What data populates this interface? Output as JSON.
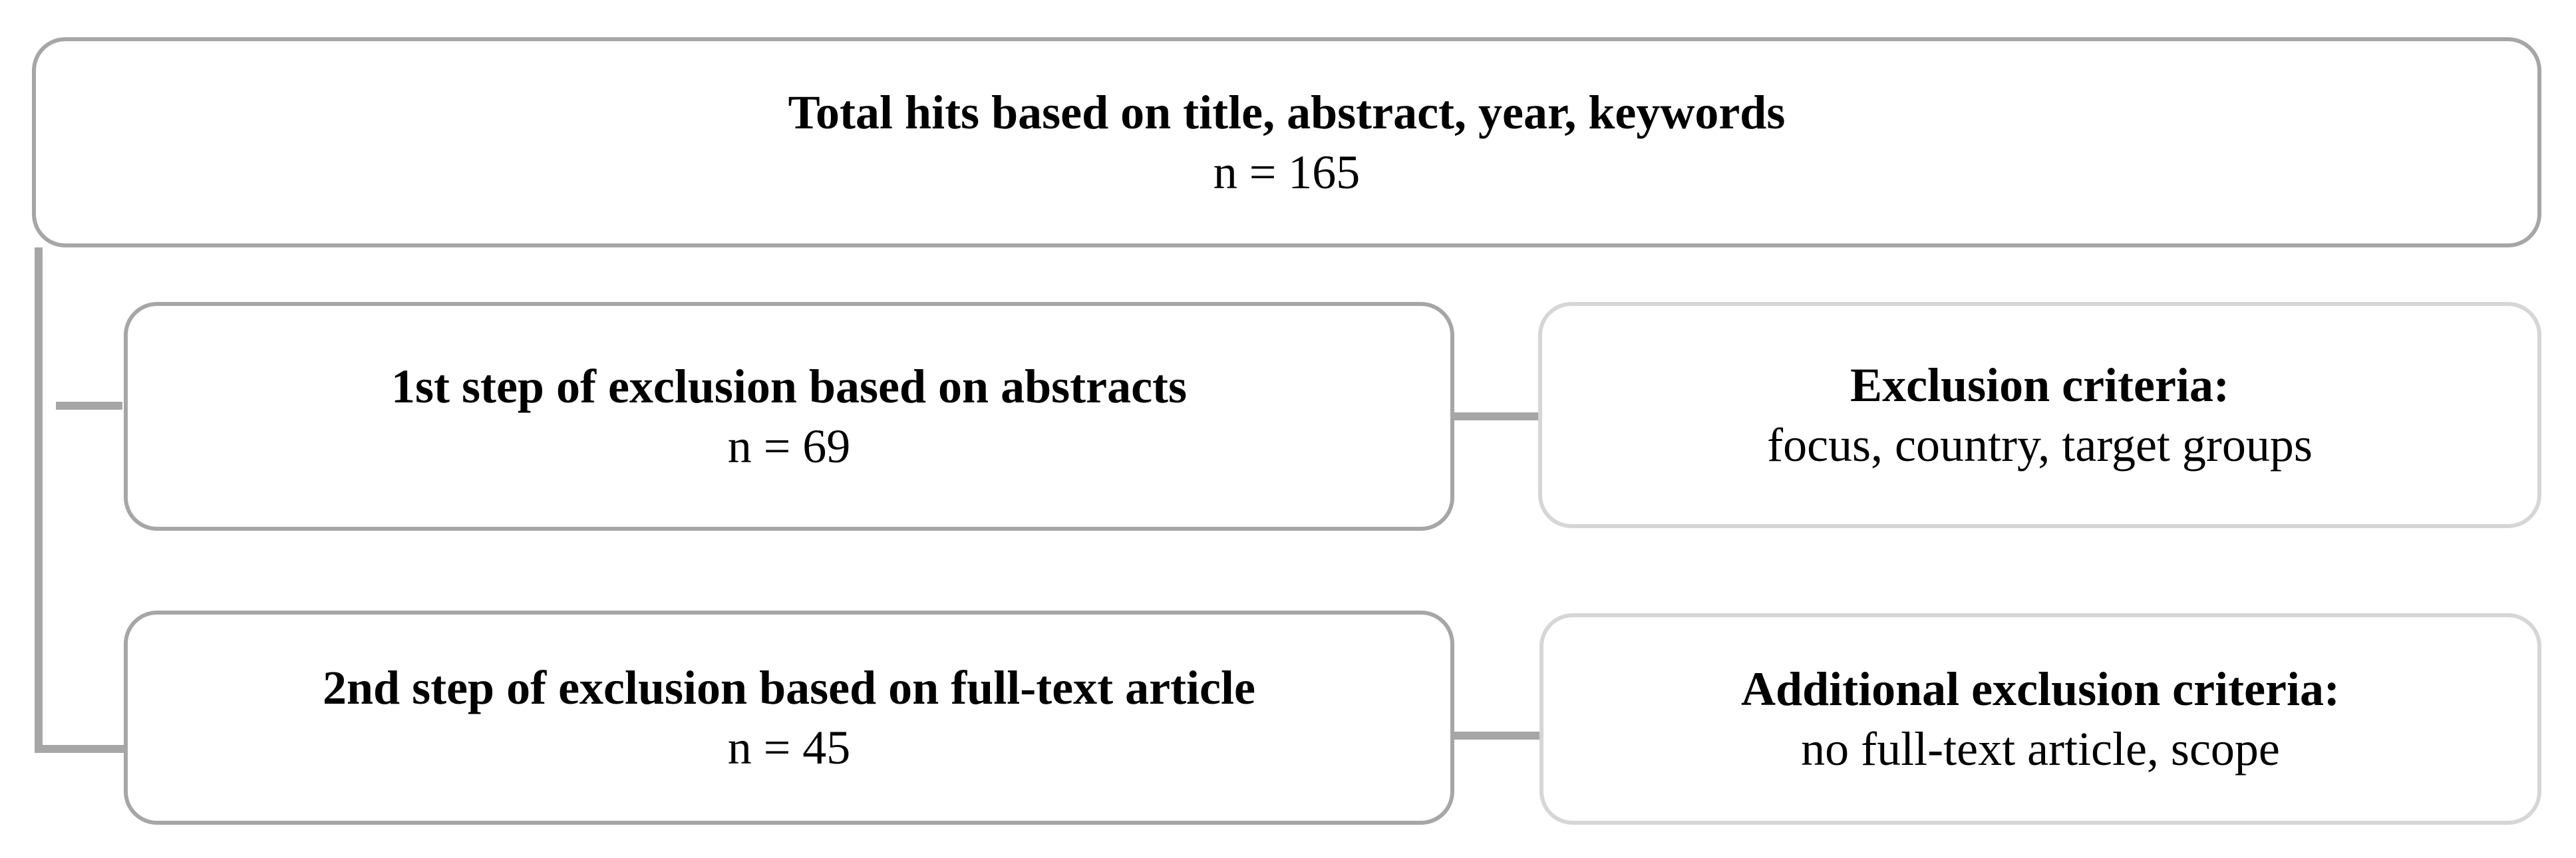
{
  "nodes": {
    "total": {
      "title": "Total hits based on title, abstract, year, keywords",
      "value": "n = 165"
    },
    "step1": {
      "title": "1st step of exclusion based on abstracts",
      "value": "n = 69"
    },
    "criteria1": {
      "title": "Exclusion criteria:",
      "value": "focus, country, target groups"
    },
    "step2": {
      "title": "2nd step of exclusion based on full-text article",
      "value": "n = 45"
    },
    "criteria2": {
      "title": "Additional exclusion criteria:",
      "value": "no full-text article, scope"
    }
  },
  "colors": {
    "main_border": "#a6a6a6",
    "criteria_border": "#d6d6d6",
    "connector": "#a6a6a6"
  }
}
